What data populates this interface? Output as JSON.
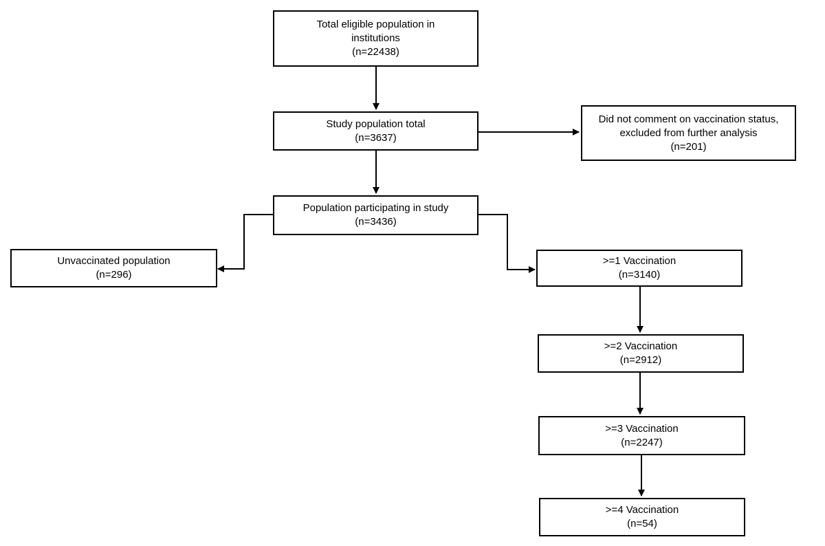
{
  "nodes": {
    "eligible": {
      "lines": [
        "Total eligible population in",
        "institutions"
      ],
      "n": "(n=22438)"
    },
    "study_total": {
      "lines": [
        "Study population total"
      ],
      "n": "(n=3637)"
    },
    "excluded": {
      "lines": [
        "Did not comment on vaccination status,",
        "excluded from further analysis"
      ],
      "n": "(n=201)"
    },
    "participating": {
      "lines": [
        "Population participating in study"
      ],
      "n": "(n=3436)"
    },
    "unvaccinated": {
      "lines": [
        "Unvaccinated population"
      ],
      "n": "(n=296)"
    },
    "vacc1": {
      "lines": [
        ">=1 Vaccination"
      ],
      "n": "(n=3140)"
    },
    "vacc2": {
      "lines": [
        ">=2 Vaccination"
      ],
      "n": "(n=2912)"
    },
    "vacc3": {
      "lines": [
        ">=3 Vaccination"
      ],
      "n": "(n=2247)"
    },
    "vacc4": {
      "lines": [
        ">=4 Vaccination"
      ],
      "n": "(n=54)"
    }
  },
  "edges": [
    {
      "from": "eligible",
      "to": "study_total"
    },
    {
      "from": "study_total",
      "to": "excluded"
    },
    {
      "from": "study_total",
      "to": "participating"
    },
    {
      "from": "participating",
      "to": "unvaccinated"
    },
    {
      "from": "participating",
      "to": "vacc1"
    },
    {
      "from": "vacc1",
      "to": "vacc2"
    },
    {
      "from": "vacc2",
      "to": "vacc3"
    },
    {
      "from": "vacc3",
      "to": "vacc4"
    }
  ]
}
